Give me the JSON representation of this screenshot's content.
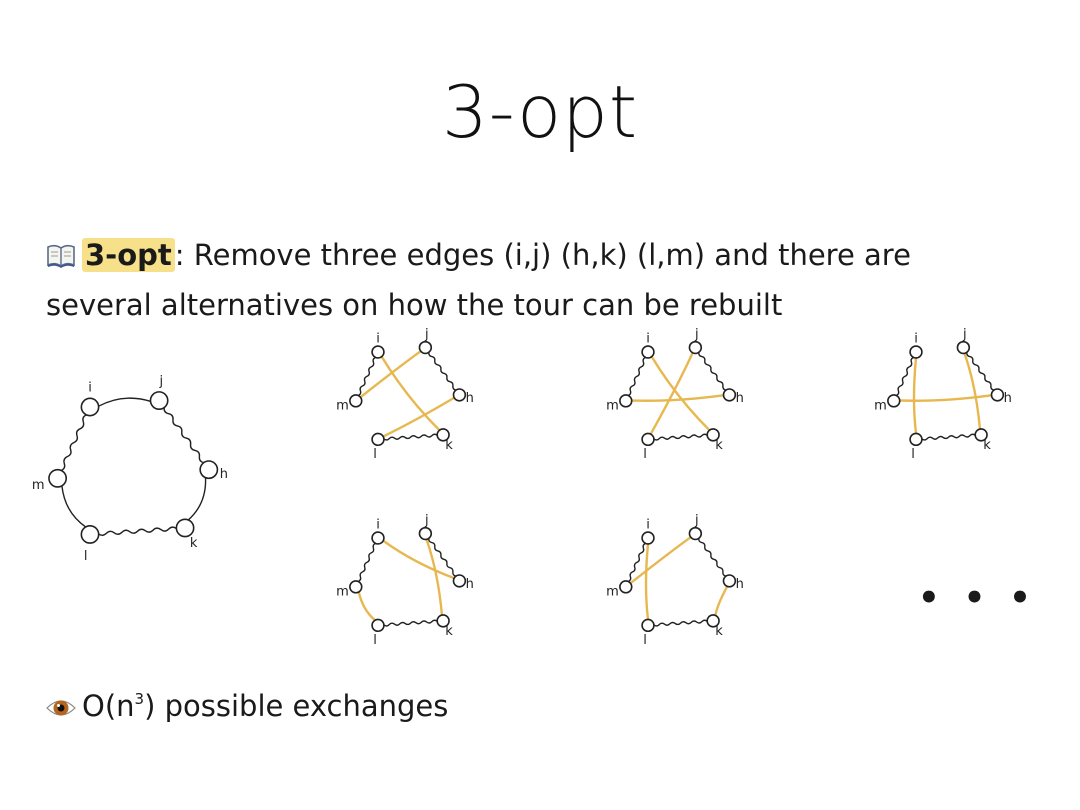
{
  "slide": {
    "title": "3-opt",
    "definition": {
      "term": "3-opt",
      "text_before_edges": ": Remove three edges ",
      "edge1_open": "(",
      "edge1_a": "i",
      "edge1_sep": ",",
      "edge1_b": "j",
      "edge1_close": ") (",
      "edge2_a": "h",
      "edge2_b": "k",
      "edge2_close": ") (",
      "edge3_a": "l",
      "edge3_b": "m",
      "edge3_close": ")",
      "text_after_edges": " and there are",
      "line2": "several alternatives on how the tour can be rebuilt"
    },
    "complexity": {
      "prefix": "O(",
      "n": "n",
      "exp": "3",
      "suffix": ") possible exchanges"
    },
    "ellipsis": "• • •",
    "node_labels": {
      "i": "i",
      "j": "j",
      "h": "h",
      "k": "k",
      "l": "l",
      "m": "m"
    },
    "icons": {
      "definition": "book-icon",
      "complexity": "eye-icon"
    },
    "colors": {
      "highlight": "#f7e08a",
      "reconnect_edge": "#e8b850"
    },
    "rebuild_alternatives_shown": 5
  }
}
